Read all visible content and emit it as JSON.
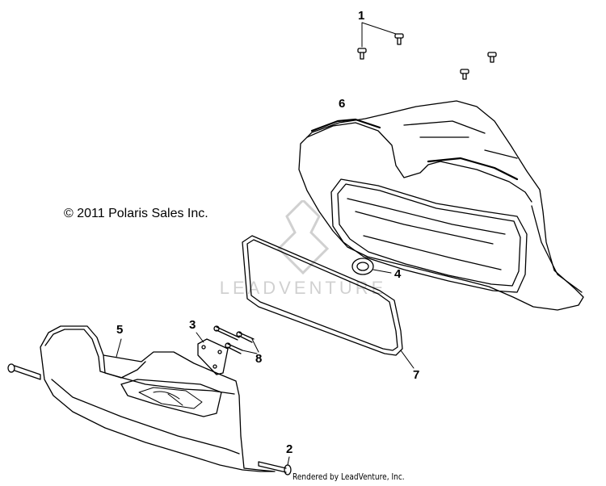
{
  "copyright": "© 2011 Polaris Sales Inc.",
  "render_note": "Rendered by LeadVenture, Inc.",
  "watermark": "LEADVENTURE",
  "callouts": {
    "c1": "1",
    "c2": "2",
    "c3": "3",
    "c4": "4",
    "c5": "5",
    "c6": "6",
    "c7": "7",
    "c8": "8"
  },
  "colors": {
    "line": "#000000",
    "background": "#ffffff",
    "watermark": "#000000"
  }
}
